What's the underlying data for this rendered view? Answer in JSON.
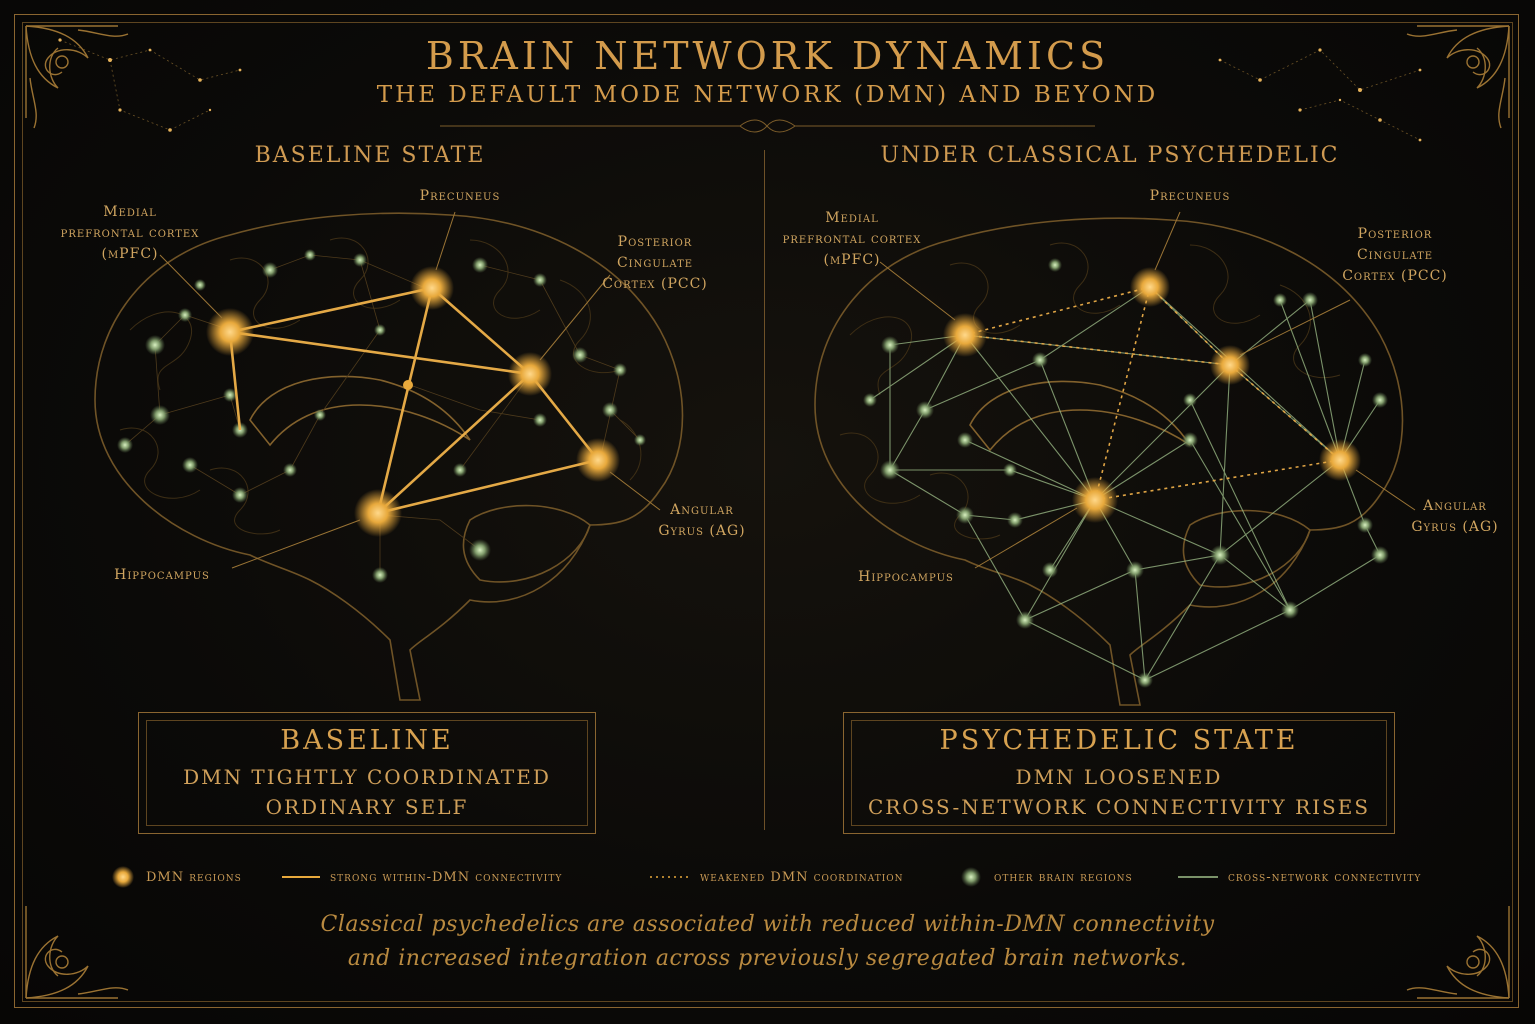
{
  "header": {
    "title": "BRAIN NETWORK DYNAMICS",
    "subtitle": "THE DEFAULT MODE NETWORK (DMN) AND BEYOND"
  },
  "left_panel": {
    "heading": "BASELINE STATE",
    "labels": {
      "mpfc": "Medial prefrontal cortex (mPFC)",
      "precuneus": "Precuneus",
      "pcc": "Posterior Cingulate Cortex (PCC)",
      "ag": "Angular Gyrus (AG)",
      "hippocampus": "Hippocampus"
    },
    "box_title": "BASELINE",
    "box_line1": "DMN TIGHTLY COORDINATED",
    "box_line2": "ORDINARY SELF"
  },
  "right_panel": {
    "heading": "UNDER CLASSICAL PSYCHEDELIC",
    "labels": {
      "mpfc": "Medial prefrontal cortex (mPFC)",
      "precuneus": "Precuneus",
      "pcc": "Posterior Cingulate Cortex (PCC)",
      "ag": "Angular Gyrus (AG)",
      "hippocampus": "Hippocampus"
    },
    "box_title": "PSYCHEDELIC STATE",
    "box_line1": "DMN LOOSENED",
    "box_line2": "CROSS-NETWORK CONNECTIVITY RISES"
  },
  "legend": {
    "dmn_regions": "DMN regions",
    "strong": "strong within-DMN connectivity",
    "weakened": "weakened DMN coordination",
    "other": "other brain regions",
    "cross": "cross-network connectivity"
  },
  "caption": {
    "line1": "Classical psychedelics are associated with reduced within-DMN connectivity",
    "line2": "and increased integration across previously segregated brain networks."
  },
  "colors": {
    "gold": "#e8a93c",
    "green": "#9fbf8a",
    "text": "#d0a05a"
  }
}
